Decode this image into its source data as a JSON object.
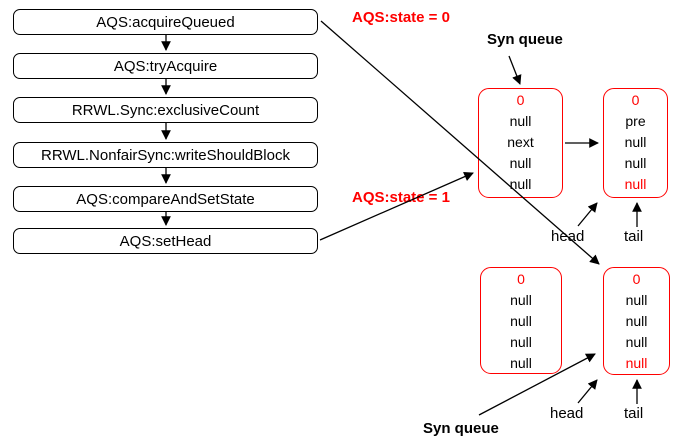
{
  "colors": {
    "red": "#ff0000",
    "black": "#000000"
  },
  "flowchart": {
    "boxes": [
      "AQS:acquireQueued",
      "AQS:tryAcquire",
      "RRWL.Sync:exclusiveCount",
      "RRWL.NonfairSync:writeShouldBlock",
      "AQS:compareAndSetState",
      "AQS:setHead"
    ]
  },
  "annotations": {
    "state0": "AQS:state = 0",
    "state1": "AQS:state = 1",
    "syn_queue_top": "Syn queue",
    "syn_queue_bottom": "Syn queue",
    "head_top": "head",
    "tail_top": "tail",
    "head_bottom": "head",
    "tail_bottom": "tail"
  },
  "queues": {
    "top_left": {
      "rows": [
        {
          "text": "0",
          "color": "#ff0000"
        },
        {
          "text": "null",
          "color": "#000000"
        },
        {
          "text": "next",
          "color": "#000000"
        },
        {
          "text": "null",
          "color": "#000000"
        },
        {
          "text": "null",
          "color": "#000000"
        }
      ]
    },
    "top_right": {
      "rows": [
        {
          "text": "0",
          "color": "#ff0000"
        },
        {
          "text": "pre",
          "color": "#000000"
        },
        {
          "text": "null",
          "color": "#000000"
        },
        {
          "text": "null",
          "color": "#000000"
        },
        {
          "text": "null",
          "color": "#ff0000"
        }
      ]
    },
    "bottom_left": {
      "rows": [
        {
          "text": "0",
          "color": "#ff0000"
        },
        {
          "text": "null",
          "color": "#000000"
        },
        {
          "text": "null",
          "color": "#000000"
        },
        {
          "text": "null",
          "color": "#000000"
        },
        {
          "text": "null",
          "color": "#000000"
        }
      ]
    },
    "bottom_right": {
      "rows": [
        {
          "text": "0",
          "color": "#ff0000"
        },
        {
          "text": "null",
          "color": "#000000"
        },
        {
          "text": "null",
          "color": "#000000"
        },
        {
          "text": "null",
          "color": "#000000"
        },
        {
          "text": "null",
          "color": "#ff0000"
        }
      ]
    }
  }
}
